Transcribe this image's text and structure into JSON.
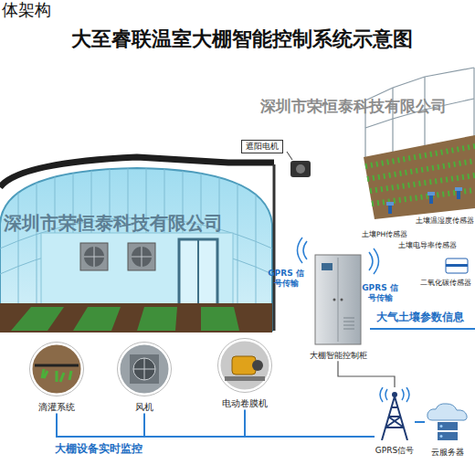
{
  "diagram": {
    "title": "大至睿联温室大棚智能控制系统示意图",
    "nodes": [
      {
        "text": [
          "遮阳电机"
        ]
      },
      {
        "text": [
          "大棚智能控制柜"
        ]
      },
      {
        "text": [
          "滴灌系统"
        ]
      },
      {
        "text": [
          "风机"
        ]
      },
      {
        "text": [
          "电动卷膜机"
        ]
      },
      {
        "text": [
          "GPRS信号"
        ]
      },
      {
        "text": [
          "云服务器"
        ]
      }
    ],
    "edges": [
      {
        "from": 2,
        "to": 5,
        "arrow": "none"
      },
      {
        "from": 3,
        "to": 5,
        "arrow": "none"
      },
      {
        "from": 4,
        "to": 5,
        "arrow": "none"
      },
      {
        "from": 1,
        "to": 5,
        "arrow": "none"
      },
      {
        "from": 5,
        "to": 6,
        "arrow": "none"
      }
    ],
    "labels": [
      "体架构",
      "深圳市荣恒泰科技有限公司",
      "深圳市荣恒泰科技有限公司",
      "GPRS 信号传输",
      "GPRS 信号传输",
      "土壤温湿度传感器",
      "土壤PH传感器",
      "土壤电导率传感器",
      "二氧化碳传感器",
      "大气土壤参数信息",
      "大棚设备实时监控"
    ]
  }
}
